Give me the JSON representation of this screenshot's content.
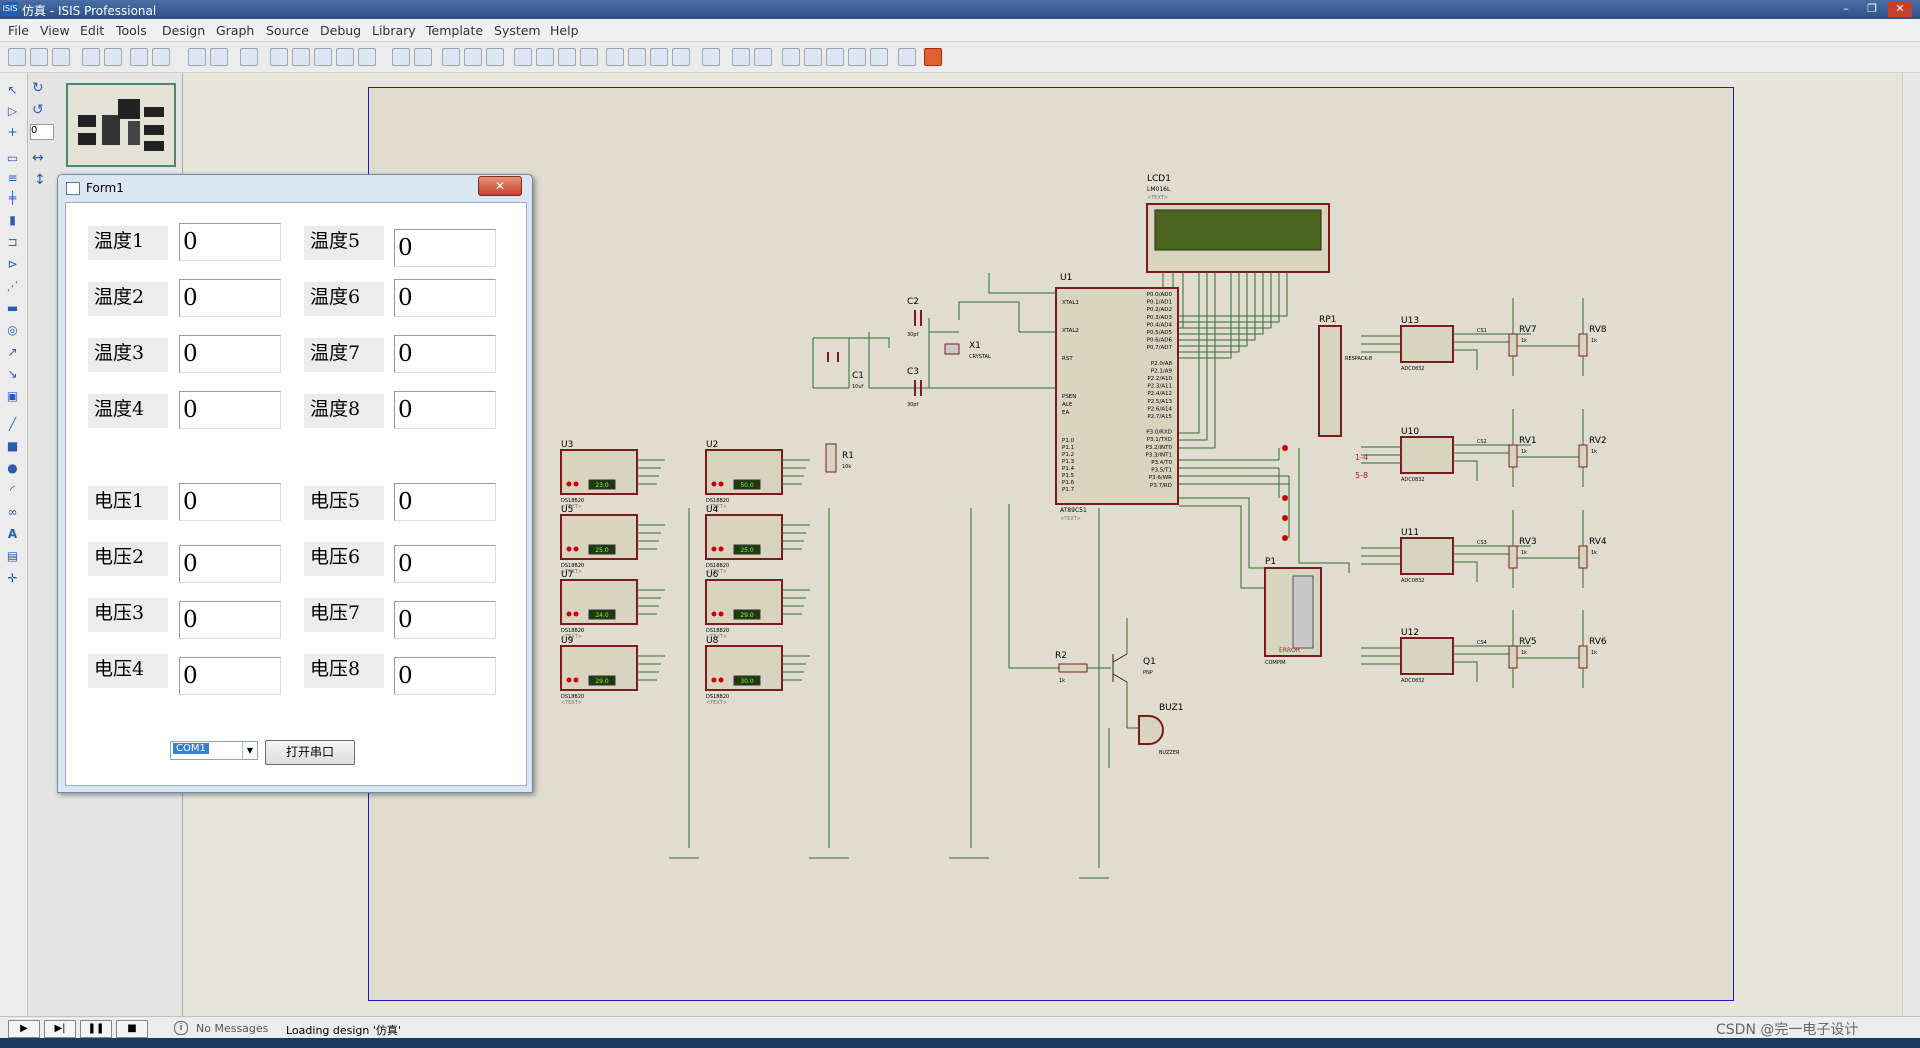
{
  "window": {
    "title": "仿真 - ISIS Professional",
    "app_icon": "ISIS"
  },
  "menu": [
    "File",
    "View",
    "Edit",
    "Tools",
    "Design",
    "Graph",
    "Source",
    "Debug",
    "Library",
    "Template",
    "System",
    "Help"
  ],
  "form": {
    "title": "Form1",
    "close_label": "✕",
    "temperature_labels": [
      "温度1",
      "温度2",
      "温度3",
      "温度4",
      "温度5",
      "温度6",
      "温度7",
      "温度8"
    ],
    "temperature_values": [
      "0",
      "0",
      "0",
      "0",
      "0",
      "0",
      "0",
      "0"
    ],
    "voltage_labels": [
      "电压1",
      "电压2",
      "电压3",
      "电压4",
      "电压5",
      "电压6",
      "电压7",
      "电压8"
    ],
    "voltage_values": [
      "0",
      "0",
      "0",
      "0",
      "0",
      "0",
      "0",
      "0"
    ],
    "port_selected": "COM1",
    "open_button": "打开串口"
  },
  "schematic": {
    "lcd": {
      "ref": "LCD1",
      "part": "LM016L",
      "text": "<TEXT>"
    },
    "mcu": {
      "ref": "U1",
      "part": "AT89C51",
      "text": "<TEXT>",
      "left_pins": [
        "XTAL1",
        "XTAL2",
        "RST",
        "PSEN",
        "ALE",
        "EA",
        "P1.0",
        "P1.1",
        "P1.2",
        "P1.3",
        "P1.4",
        "P1.5",
        "P1.6",
        "P1.7"
      ],
      "right_pins": [
        "P0.0/AD0",
        "P0.1/AD1",
        "P0.2/AD2",
        "P0.3/AD3",
        "P0.4/AD4",
        "P0.5/AD5",
        "P0.6/AD6",
        "P0.7/AD7",
        "P2.0/A8",
        "P2.1/A9",
        "P2.2/A10",
        "P2.3/A11",
        "P2.4/A12",
        "P2.5/A13",
        "P2.6/A14",
        "P2.7/A15",
        "P3.0/RXD",
        "P3.1/TXD",
        "P3.2/INT0",
        "P3.3/INT1",
        "P3.4/T0",
        "P3.5/T1",
        "P3.6/WR",
        "P3.7/RD"
      ]
    },
    "parts": [
      {
        "ref": "C2",
        "val": "30pf"
      },
      {
        "ref": "C3",
        "val": "30pf"
      },
      {
        "ref": "X1",
        "val": "CRYSTAL"
      },
      {
        "ref": "C1",
        "val": "10uf"
      },
      {
        "ref": "R1",
        "val": "10k"
      },
      {
        "ref": "RP1",
        "val": "RESPACK-8"
      },
      {
        "ref": "R2",
        "val": "1k"
      },
      {
        "ref": "Q1",
        "val": "PNP"
      },
      {
        "ref": "BUZ1",
        "val": "BUZZER"
      },
      {
        "ref": "P1",
        "val": "COMPIM"
      }
    ],
    "switch_labels": [
      "1-4",
      "5-8"
    ],
    "ds18b20": [
      {
        "ref": "U3",
        "reading": "23.0"
      },
      {
        "ref": "U2",
        "reading": "50.0"
      },
      {
        "ref": "U5",
        "reading": "25.0"
      },
      {
        "ref": "U4",
        "reading": "25.0"
      },
      {
        "ref": "U7",
        "reading": "24.0"
      },
      {
        "ref": "U6",
        "reading": "29.0"
      },
      {
        "ref": "U9",
        "reading": "29.0"
      },
      {
        "ref": "U8",
        "reading": "30.0"
      }
    ],
    "ds_part": "DS18B20",
    "adc": [
      {
        "ref": "U13",
        "cs": "CS1"
      },
      {
        "ref": "U10",
        "cs": "CS2"
      },
      {
        "ref": "U11",
        "cs": "CS3"
      },
      {
        "ref": "U12",
        "cs": "CS4"
      }
    ],
    "adc_part": "ADC0832",
    "pots": [
      [
        "RV7",
        "RV8"
      ],
      [
        "RV1",
        "RV2"
      ],
      [
        "RV3",
        "RV4"
      ],
      [
        "RV5",
        "RV6"
      ]
    ],
    "pot_value": "1k",
    "text_tag": "<TEXT>",
    "p1_error": "ERROR"
  },
  "status": {
    "messages": "No Messages",
    "text": "Loading design '仿真'"
  },
  "watermark": "CSDN @完一电子设计"
}
